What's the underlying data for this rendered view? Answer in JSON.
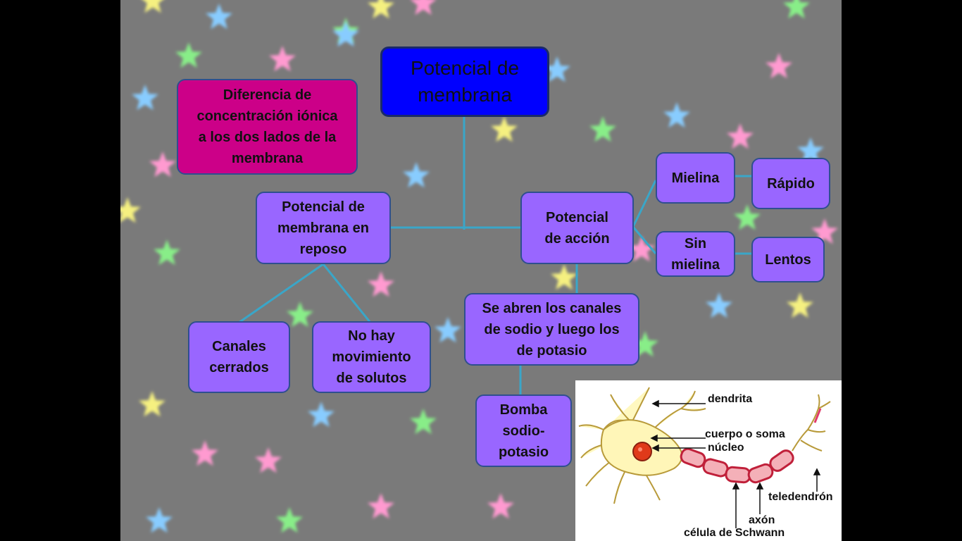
{
  "diagram": {
    "title": "Potencial de\nmembrana",
    "concentration": "Diferencia de\nconcentración iónica\na los dos lados de la\nmembrana",
    "resting": "Potencial de\nmembrana en\nreposo",
    "action": "Potencial\nde acción",
    "myelin": "Mielina",
    "fast": "Rápido",
    "no_myelin": "Sin\nmielina",
    "slow": "Lentos",
    "channels_open": "Se abren los canales\nde sodio y luego los\nde potasio",
    "pump": "Bomba\nsodio-\npotasio",
    "channels_closed": "Canales\ncerrados",
    "no_movement": "No hay\nmovimiento\nde solutos"
  },
  "neuron_labels": {
    "dendrite": "dendrita",
    "soma": "cuerpo o soma",
    "nucleus": "núcleo",
    "telodendron": "teledendrón",
    "axon": "axón",
    "schwann": "célula de Schwann"
  },
  "colors": {
    "node_fill": "#9966ff",
    "title_fill": "#0000ff",
    "pink_fill": "#cc0088",
    "connector": "#3aa6c8",
    "background": "#7a7a7a"
  }
}
